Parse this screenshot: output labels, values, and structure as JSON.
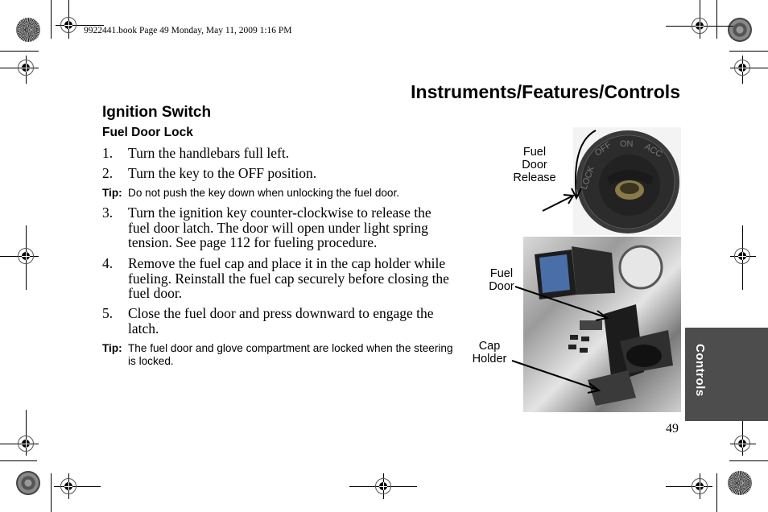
{
  "header": {
    "meta": "9922441.book  Page 49  Monday, May 11, 2009  1:16 PM",
    "page_title": "Instruments/Features/Controls"
  },
  "section": {
    "title": "Ignition Switch",
    "subtitle": "Fuel Door Lock"
  },
  "steps": [
    {
      "num": "1.",
      "text": "Turn the handlebars full left."
    },
    {
      "num": "2.",
      "text": "Turn the key to the OFF position."
    },
    {
      "num": "3.",
      "text": "Turn the ignition key counter-clockwise to release the fuel door latch. The door will open under light spring tension. See page 112 for fueling procedure."
    },
    {
      "num": "4.",
      "text": "Remove the fuel cap and place it in the cap holder while fueling. Reinstall the fuel cap securely before closing the fuel door."
    },
    {
      "num": "5.",
      "text": "Close the fuel door and press downward to engage the latch."
    }
  ],
  "tips": [
    {
      "label": "Tip:",
      "text": "Do not push the key down when unlocking the fuel door."
    },
    {
      "label": "Tip:",
      "text": "The fuel door and glove compartment are locked when the steering is locked."
    }
  ],
  "figures": {
    "ignition": {
      "callout": "Fuel Door Release",
      "callout_lines": [
        "Fuel",
        "Door",
        "Release"
      ],
      "positions": [
        "LOCK",
        "OFF",
        "ON",
        "ACC"
      ]
    },
    "fuel_area": {
      "callouts": [
        {
          "lines": [
            "Fuel",
            "Door"
          ]
        },
        {
          "lines": [
            "Cap",
            "Holder"
          ]
        }
      ]
    }
  },
  "side_tab": {
    "label": "Controls",
    "color": "#4d4d4d"
  },
  "footer": {
    "page_number": "49"
  }
}
